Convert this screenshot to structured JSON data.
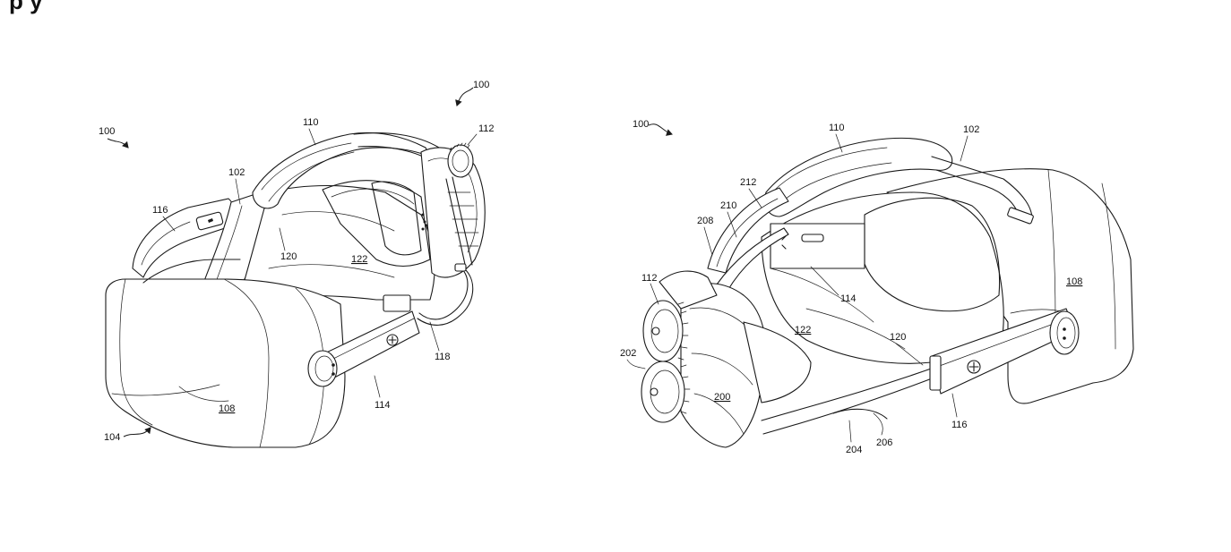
{
  "header": {
    "cropped_text": "p    y"
  },
  "figure_left": {
    "labels": {
      "l100a": "100",
      "l100b": "100",
      "l110": "110",
      "l112": "112",
      "l102": "102",
      "l116": "116",
      "l120": "120",
      "l122": "122",
      "l118": "118",
      "l114": "114",
      "l108": "108",
      "l104": "104"
    }
  },
  "figure_right": {
    "labels": {
      "l100": "100",
      "l110": "110",
      "l102": "102",
      "l212": "212",
      "l210": "210",
      "l208": "208",
      "l112": "112",
      "l114": "114",
      "l108": "108",
      "l122": "122",
      "l120": "120",
      "l202": "202",
      "l200": "200",
      "l204": "204",
      "l206": "206",
      "l116": "116"
    }
  },
  "colors": {
    "line": "#1a1a1a",
    "background": "#ffffff"
  }
}
